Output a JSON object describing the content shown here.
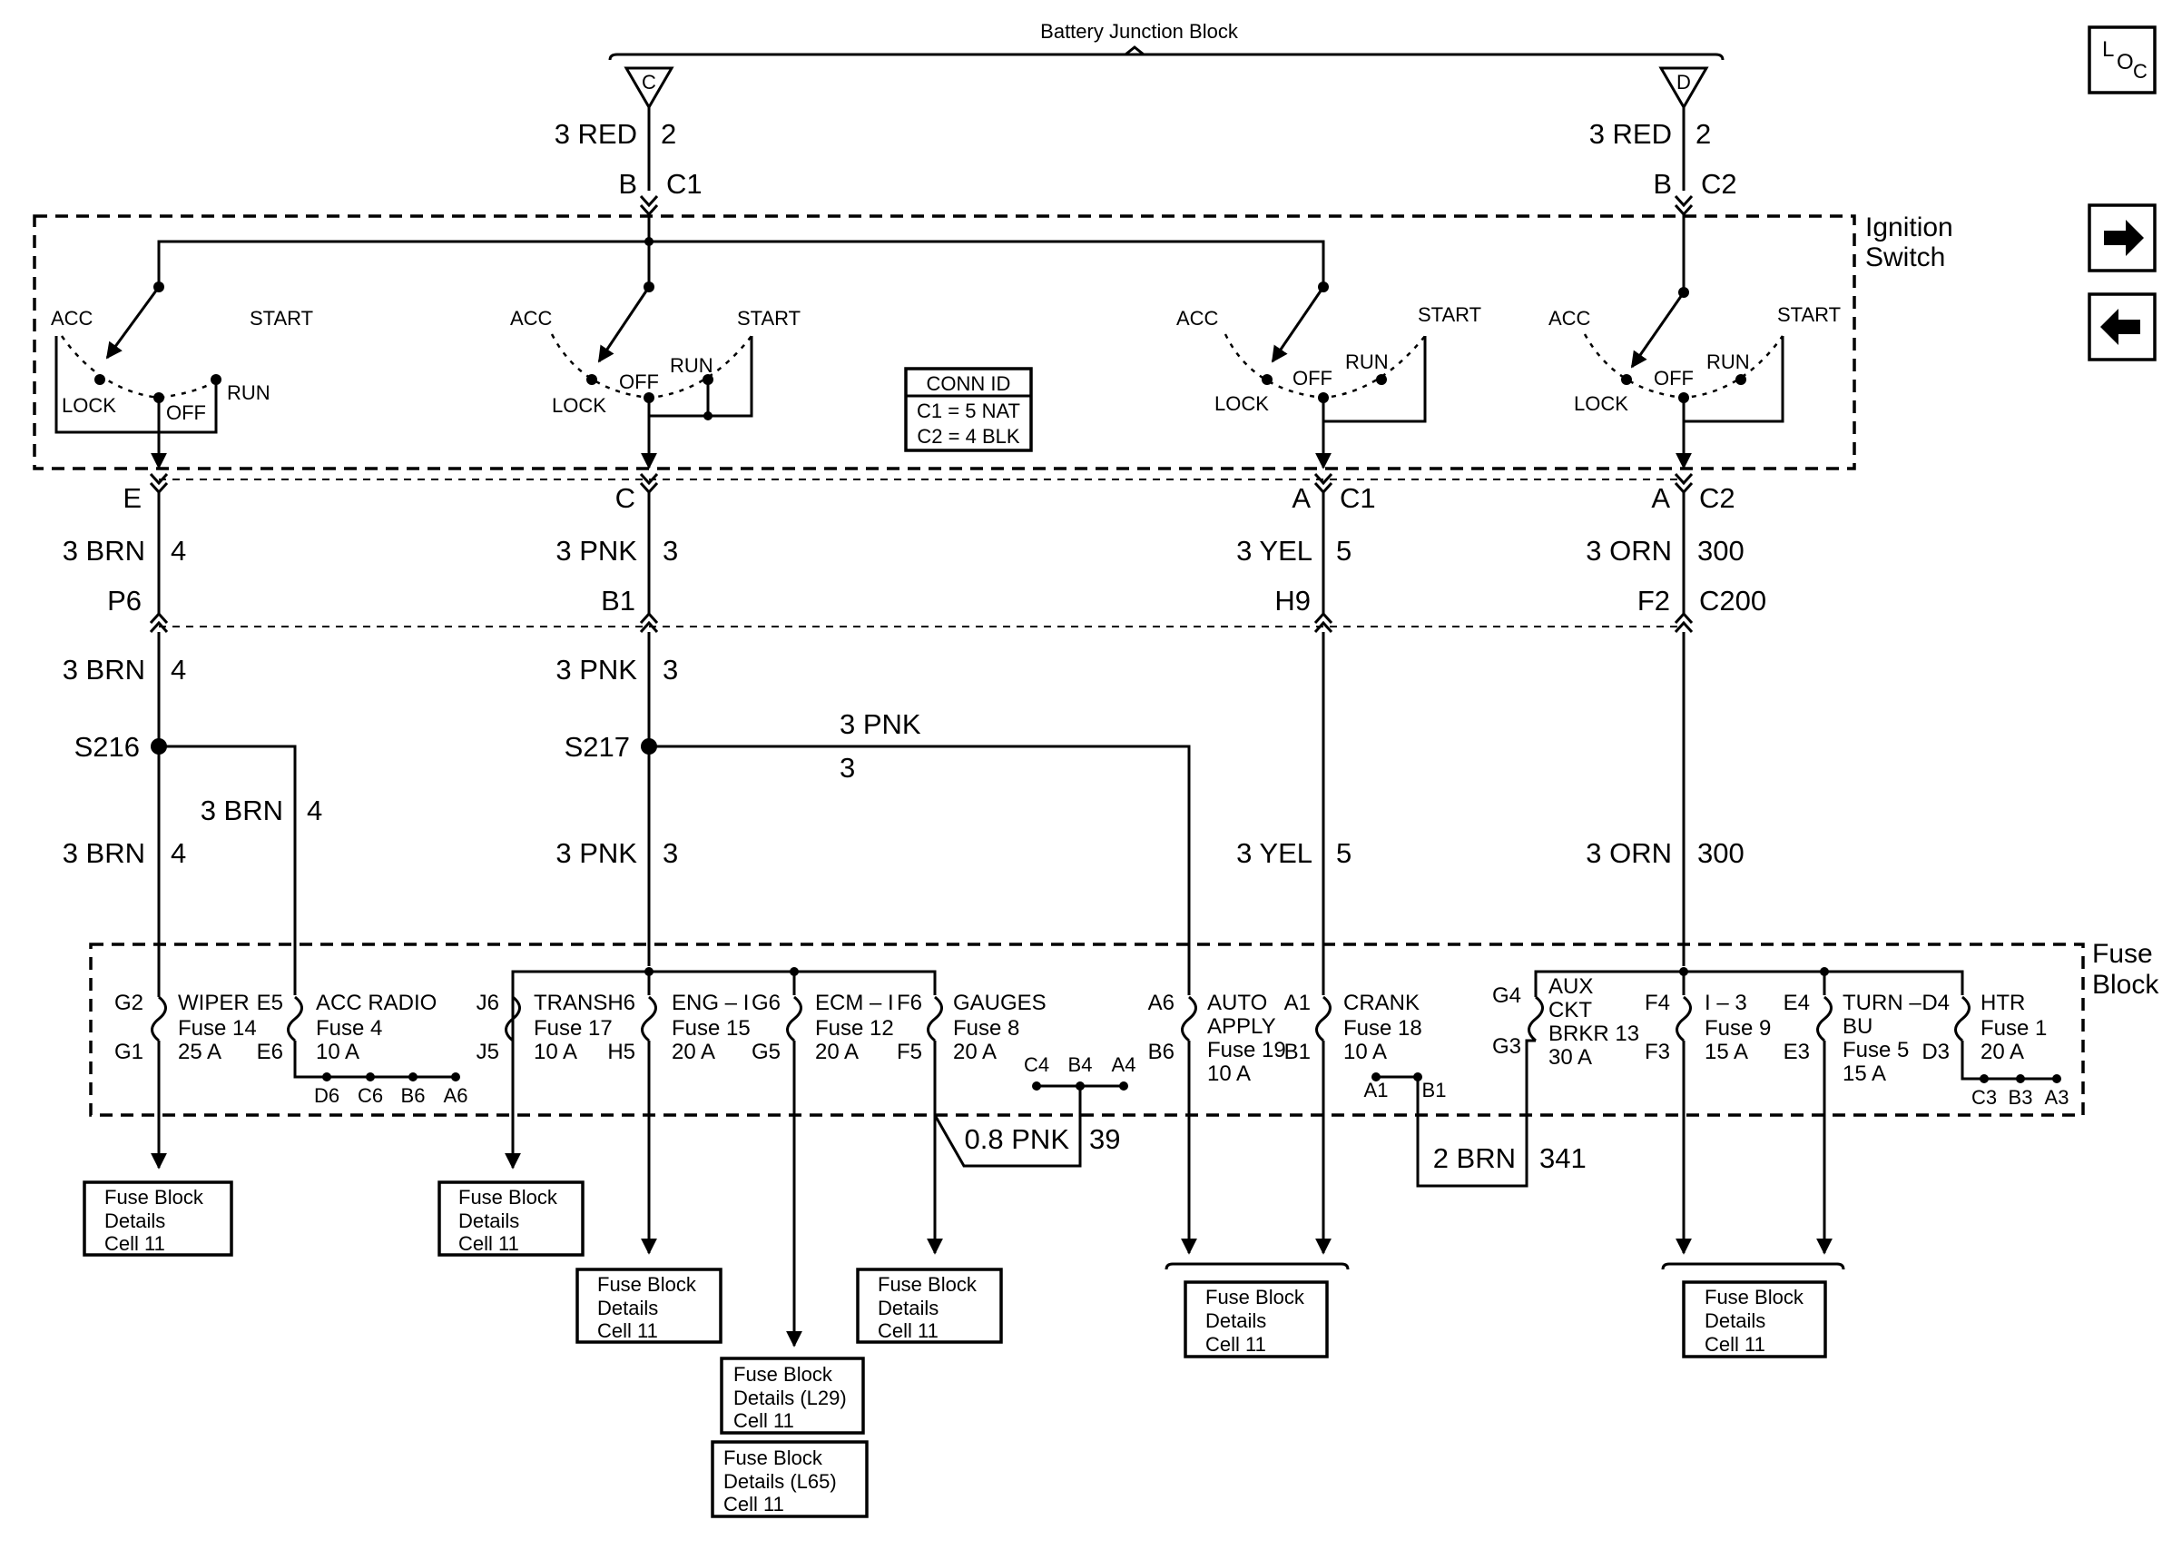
{
  "title": "Battery Junction Block",
  "ignition_switch_label": [
    "Ignition",
    "Switch"
  ],
  "fuse_block_label": [
    "Fuse",
    "Block"
  ],
  "conn_id": {
    "header": "CONN ID",
    "rows": [
      "C1 = 5 NAT",
      "C2 = 4 BLK"
    ]
  },
  "nav": {
    "loc_letters": [
      "L",
      "O",
      "C"
    ],
    "next_icon": "right-arrow-icon",
    "prev_icon": "left-arrow-icon"
  },
  "top_feeds": [
    {
      "terminal": "C",
      "wire": "3 RED",
      "circuit": "2",
      "pin": "B",
      "connector": "C1"
    },
    {
      "terminal": "D",
      "wire": "3 RED",
      "circuit": "2",
      "pin": "B",
      "connector": "C2"
    }
  ],
  "switch_labels": {
    "acc": "ACC",
    "start": "START",
    "run": "RUN",
    "off": "OFF",
    "lock": "LOCK"
  },
  "upper_connectors": [
    {
      "pin": "E",
      "connector": ""
    },
    {
      "pin": "C",
      "connector": ""
    },
    {
      "pin": "A",
      "connector": "C1"
    },
    {
      "pin": "A",
      "connector": "C2"
    }
  ],
  "upper_wires": [
    {
      "wire": "3 BRN",
      "circuit": "4"
    },
    {
      "wire": "3 PNK",
      "circuit": "3"
    },
    {
      "wire": "3 YEL",
      "circuit": "5"
    },
    {
      "wire": "3 ORN",
      "circuit": "300"
    }
  ],
  "c200_connectors": [
    {
      "pin": "P6",
      "connector": ""
    },
    {
      "pin": "B1",
      "connector": ""
    },
    {
      "pin": "H9",
      "connector": ""
    },
    {
      "pin": "F2",
      "connector": "C200"
    }
  ],
  "lower_wires": [
    {
      "wire": "3 BRN",
      "circuit": "4"
    },
    {
      "wire": "3 PNK",
      "circuit": "3"
    }
  ],
  "splices": [
    "S216",
    "S217"
  ],
  "branch_wires": [
    {
      "wire": "3 PNK",
      "circuit": "3"
    },
    {
      "wire": "3 BRN",
      "circuit": "4"
    }
  ],
  "drop_wires": [
    {
      "wire": "3 BRN",
      "circuit": "4"
    },
    {
      "wire": "3 PNK",
      "circuit": "3"
    },
    {
      "wire": "3 YEL",
      "circuit": "5"
    },
    {
      "wire": "3 ORN",
      "circuit": "300"
    }
  ],
  "fuses": [
    {
      "in_pin": "G2",
      "out_pin": "G1",
      "name": "WIPER",
      "fuse": "Fuse 14",
      "rating": "25 A"
    },
    {
      "in_pin": "E5",
      "out_pin": "E6",
      "name": "ACC RADIO",
      "fuse": "Fuse 4",
      "rating": "10 A"
    },
    {
      "in_pin": "J6",
      "out_pin": "J5",
      "name": "TRANS",
      "fuse": "Fuse 17",
      "rating": "10 A"
    },
    {
      "in_pin": "H6",
      "out_pin": "H5",
      "name": "ENG – I",
      "fuse": "Fuse 15",
      "rating": "20 A"
    },
    {
      "in_pin": "G6",
      "out_pin": "G5",
      "name": "ECM – I",
      "fuse": "Fuse 12",
      "rating": "20 A"
    },
    {
      "in_pin": "F6",
      "out_pin": "F5",
      "name": "GAUGES",
      "fuse": "Fuse 8",
      "rating": "20 A"
    },
    {
      "in_pin": "A6",
      "out_pin": "B6",
      "name": "AUTO",
      "name2": "APPLY",
      "fuse": "Fuse 19",
      "rating": "10 A"
    },
    {
      "in_pin": "A1",
      "out_pin": "B1",
      "name": "CRANK",
      "fuse": "Fuse 18",
      "rating": "10 A"
    },
    {
      "in_pin": "G4",
      "out_pin": "G3",
      "name": "AUX",
      "name2": "CKT",
      "fuse": "BRKR 13",
      "rating": "30 A"
    },
    {
      "in_pin": "F4",
      "out_pin": "F3",
      "name": "I – 3",
      "fuse": "Fuse 9",
      "rating": "15 A"
    },
    {
      "in_pin": "E4",
      "out_pin": "E3",
      "name": "TURN –",
      "name2": "BU",
      "fuse": "Fuse 5",
      "rating": "15 A"
    },
    {
      "in_pin": "D4",
      "out_pin": "D3",
      "name": "HTR",
      "fuse": "Fuse 1",
      "rating": "20 A"
    }
  ],
  "bus_pins": {
    "acc_radio": [
      "D6",
      "C6",
      "B6",
      "A6"
    ],
    "gauges": [
      "C4",
      "B4",
      "A4"
    ],
    "crank": [
      "A1",
      "B1"
    ],
    "htr": [
      "C3",
      "B3",
      "A3"
    ]
  },
  "jumpers": [
    {
      "wire": "0.8 PNK",
      "circuit": "39"
    },
    {
      "wire": "2 BRN",
      "circuit": "341"
    }
  ],
  "details_boxes": [
    [
      "Fuse Block",
      "Details",
      "Cell 11"
    ],
    [
      "Fuse Block",
      "Details",
      "Cell 11"
    ],
    [
      "Fuse Block",
      "Details",
      "Cell 11"
    ],
    [
      "Fuse Block",
      "Details",
      "Cell 11"
    ],
    [
      "Fuse Block",
      "Details (L29)",
      "Cell 11"
    ],
    [
      "Fuse Block",
      "Details (L65)",
      "Cell 11"
    ],
    [
      "Fuse Block",
      "Details",
      "Cell 11"
    ],
    [
      "Fuse Block",
      "Details",
      "Cell 11"
    ]
  ]
}
